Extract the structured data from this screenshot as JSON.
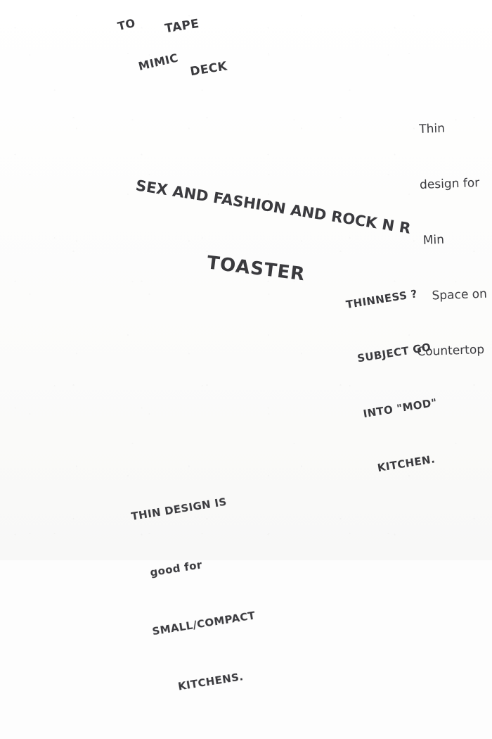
{
  "document": {
    "kind": "pencil concept sketch",
    "subject": "cassette-tape styled toaster",
    "paper_color": "#fdfdfd",
    "pencil_color": "#4a4a50",
    "ink_color": "#3a3a3e"
  },
  "product": {
    "cassette_title": "SEX AND FASHION AND ROCK N R",
    "brand_label": "TOASTER",
    "reel_left_name": "left-reel-hub",
    "reel_right_name": "right-reel-hub"
  },
  "annotations": [
    {
      "id": "top-note",
      "lines": [
        "TO",
        "MIMIC",
        "TAPE",
        "DECK"
      ],
      "style": "caps",
      "arrow": "down-right"
    },
    {
      "id": "right-note",
      "lines": [
        "Thin",
        "design for",
        "Min",
        "Space on",
        "Countertop"
      ],
      "style": "cursive",
      "arrow": "left"
    },
    {
      "id": "thinness-note",
      "lines": [
        "THINNESS ?",
        "SUBJECT GO",
        "INTO \"MOD\"",
        "KITCHEN."
      ],
      "style": "caps",
      "arrow": "up-left"
    },
    {
      "id": "bottom-note",
      "lines": [
        "THIN DESIGN IS",
        "good for",
        "SMALL/COMPACT",
        "KITCHENS."
      ],
      "style": "caps",
      "arrow": "down-right"
    }
  ],
  "controls": {
    "round_button_label": "round-button",
    "dial_label": "ribbed-dial",
    "slot_label": "toast-slot",
    "lever_label": "lever-slot",
    "small_button_label": "small-square-button"
  }
}
